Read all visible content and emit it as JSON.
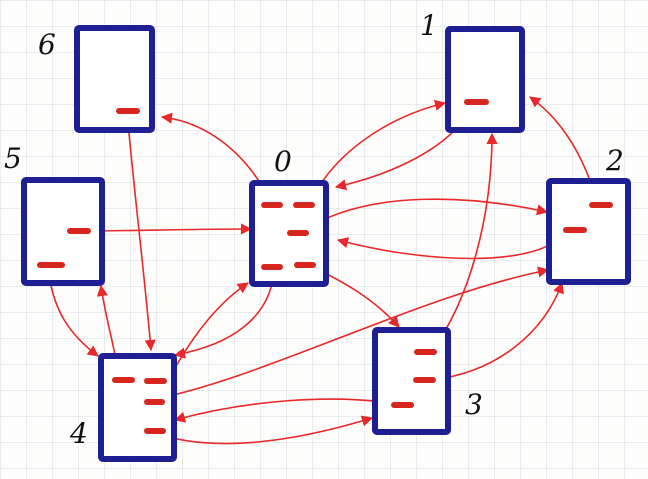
{
  "colors": {
    "box_stroke": "#1d1f93",
    "slot": "#d7261e",
    "edge": "#e8282a"
  },
  "nodes": [
    {
      "id": "node-0",
      "label": "0"
    },
    {
      "id": "node-1",
      "label": "1"
    },
    {
      "id": "node-2",
      "label": "2"
    },
    {
      "id": "node-3",
      "label": "3"
    },
    {
      "id": "node-4",
      "label": "4"
    },
    {
      "id": "node-5",
      "label": "5"
    },
    {
      "id": "node-6",
      "label": "6"
    }
  ],
  "edges": [
    {
      "from": "0",
      "to": "6"
    },
    {
      "from": "0",
      "to": "1"
    },
    {
      "from": "0",
      "to": "2"
    },
    {
      "from": "0",
      "to": "3"
    },
    {
      "from": "0",
      "to": "4"
    },
    {
      "from": "1",
      "to": "0"
    },
    {
      "from": "2",
      "to": "1"
    },
    {
      "from": "2",
      "to": "0"
    },
    {
      "from": "3",
      "to": "1"
    },
    {
      "from": "3",
      "to": "2"
    },
    {
      "from": "3",
      "to": "4"
    },
    {
      "from": "4",
      "to": "5"
    },
    {
      "from": "4",
      "to": "0"
    },
    {
      "from": "4",
      "to": "2"
    },
    {
      "from": "4",
      "to": "3"
    },
    {
      "from": "5",
      "to": "0"
    },
    {
      "from": "5",
      "to": "4"
    },
    {
      "from": "6",
      "to": "4"
    }
  ]
}
